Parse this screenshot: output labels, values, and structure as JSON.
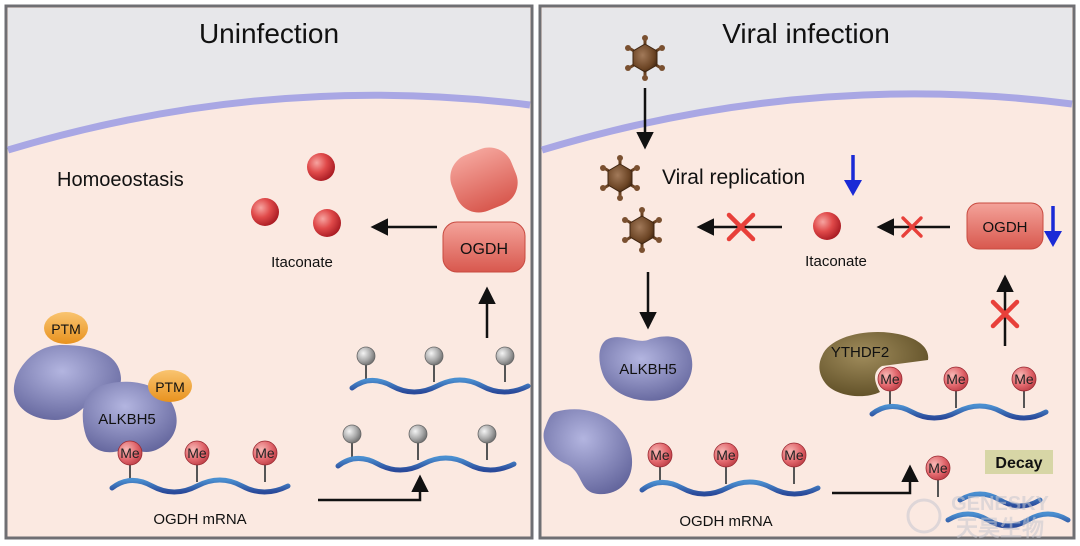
{
  "left_panel": {
    "title": "Uninfection",
    "state_label": "Homoeostasis",
    "product_label": "Itaconate",
    "enzyme_label": "OGDH",
    "ptm_label_1": "PTM",
    "ptm_label_2": "PTM",
    "demethylase_label": "ALKBH5",
    "mrna_label": "OGDH mRNA",
    "methyl_marks": [
      "Me",
      "Me",
      "Me"
    ]
  },
  "right_panel": {
    "title": "Viral infection",
    "replication_label": "Viral replication",
    "product_label": "Itaconate",
    "enzyme_label": "OGDH",
    "demethylase_label": "ALKBH5",
    "reader_label": "YTHDF2",
    "decay_label": "Decay",
    "mrna_label": "OGDH mRNA",
    "methyl_marks_bound": [
      "Me",
      "Me",
      "Me"
    ],
    "methyl_marks_free": [
      "Me",
      "Me",
      "Me"
    ],
    "methyl_mark_released": "Me"
  },
  "watermark": {
    "text_en": "GENESKY",
    "text_cn": "天昊生物"
  },
  "colors": {
    "cell_fill": "#fbe7df",
    "membrane": "#a8a6e3",
    "outside": "#e6e6e8",
    "enzyme": "#e66a5e",
    "ptm": "#f3a43a",
    "alkbh5": "#7d7fb8",
    "ythdf2": "#7a6a3a",
    "me_ball": "#d9505a",
    "down_arrow": "#1a2ad6",
    "cross": "#e8403a",
    "decay_box": "#d7d6a6"
  }
}
